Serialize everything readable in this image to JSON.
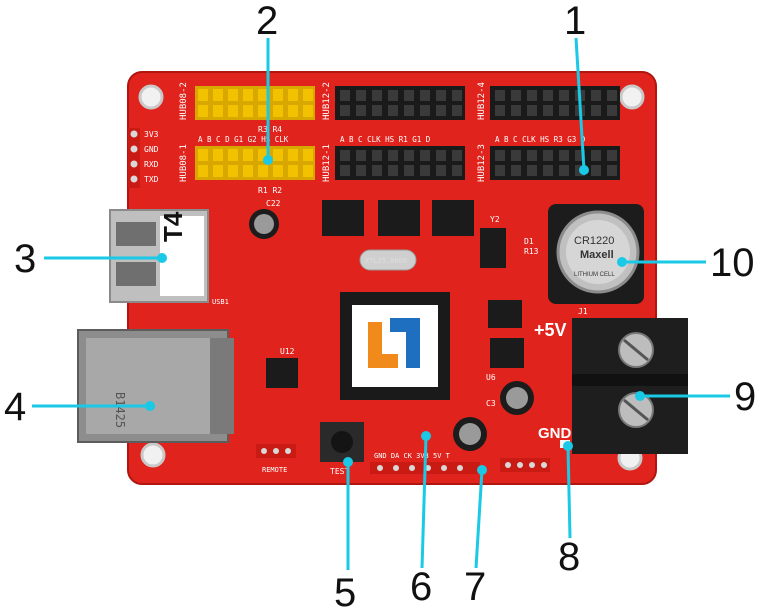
{
  "colors": {
    "pcb_red": "#e0231c",
    "callout_line": "#19c9e6",
    "header_black": "#1a1a1a",
    "header_yellow": "#f2c200"
  },
  "callouts": [
    {
      "num": "1"
    },
    {
      "num": "2"
    },
    {
      "num": "3"
    },
    {
      "num": "4"
    },
    {
      "num": "5"
    },
    {
      "num": "6"
    },
    {
      "num": "7"
    },
    {
      "num": "8"
    },
    {
      "num": "9"
    },
    {
      "num": "10"
    }
  ],
  "silkscreen": {
    "hub08_2": "HUB08-2",
    "hub08_1": "HUB08-1",
    "hub12_2": "HUB12-2",
    "hub12_1": "HUB12-1",
    "hub12_4": "HUB12-4",
    "hub12_3": "HUB12-3",
    "r3r4": "R3 R4",
    "r1r2": "R1 R2",
    "hub08_pins": "A B C D G1 G2 HS CLK",
    "hub12_1_pins": "A B C CLK HS R1 G1 D",
    "hub12_3_pins": "A B C CLK HS R3 G3 D",
    "uart": [
      "3V3",
      "GND",
      "RXD",
      "TXD"
    ],
    "usb_label": "T4",
    "usb_ref": "USB1",
    "plus5v": "+5V",
    "gnd": "GND",
    "test": "TEST",
    "remote": "REMOTE",
    "bottom_pins": "GND DA CK 3V3 5V T",
    "crystal": "XTL25.0000",
    "coin_cell": "CR1220",
    "coin_brand": "Maxell",
    "coin_sub": "LITHIUM CELL",
    "ethernet_code": "B1425",
    "c22": "C22",
    "y2": "Y2",
    "u12": "U12",
    "d1": "D1",
    "r13": "R13",
    "j1": "J1",
    "u6": "U6",
    "c3": "C3"
  }
}
